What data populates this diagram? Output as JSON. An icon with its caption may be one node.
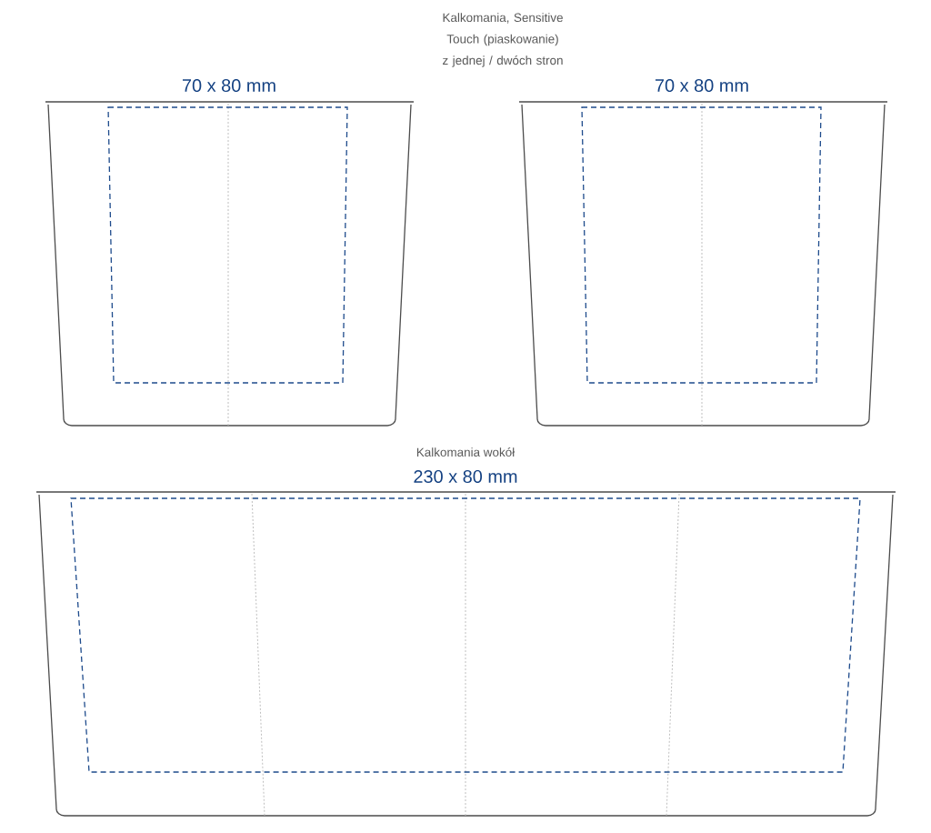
{
  "diagram": {
    "labels": [
      "Kalkomania, Sensitive Touch (piaskowanie) z jednej / dwóch stron",
      "70 x 80 mm",
      "70 x 80 mm",
      "Kalkomania wokół",
      "230 x 80 mm"
    ]
  }
}
